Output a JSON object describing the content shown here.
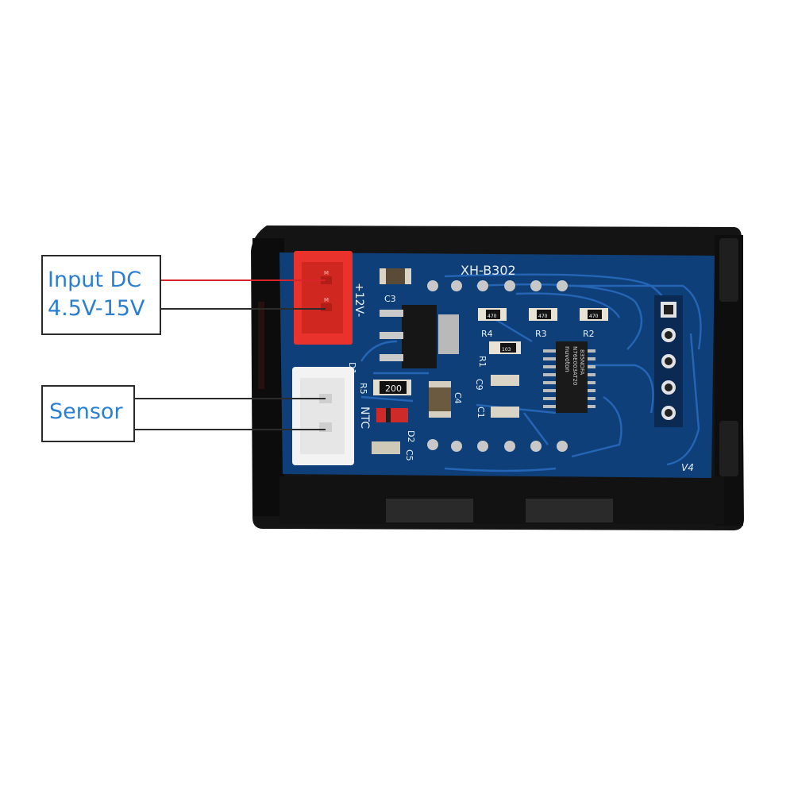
{
  "callouts": {
    "input": {
      "line1": "Input DC",
      "line2": "4.5V-15V"
    },
    "sensor": {
      "label": "Sensor"
    }
  },
  "pcb": {
    "model": "XH-B302",
    "version": "V4",
    "power_marking": "+12V-",
    "ntc_marking": "NTC",
    "chip_brand": "nuvoton",
    "chip_part": "N76E003AT20",
    "chip_code": "835NDFA",
    "designators": [
      "C3",
      "R4",
      "R3",
      "R2",
      "R1",
      "C9",
      "C1",
      "C4",
      "C5",
      "D2",
      "R5",
      "D1"
    ],
    "resistor_values": {
      "r5": "200",
      "r4": "470",
      "r3": "470",
      "r2": "470",
      "r1": "103"
    },
    "connector_pin_marks": [
      "M",
      "M"
    ]
  },
  "colors": {
    "pcb": "#0f3f78",
    "trace": "#2a6cc0",
    "housing": "#151515",
    "power_connector": "#e8322b",
    "sensor_connector": "#f3f3f3",
    "label_text": "#2a7fd0",
    "power_lead": "#d8232a",
    "label_border": "#2b2b2b"
  }
}
